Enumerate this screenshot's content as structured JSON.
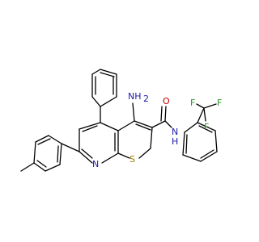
{
  "molecule": {
    "atom_labels": {
      "nh2": "NH",
      "nh2_subscript": "2",
      "oxygen": "O",
      "amide_nh": "N",
      "amide_h": "H",
      "sulfur": "S",
      "ring_n": "N",
      "f_left": "F",
      "f_right": "F",
      "f_bottom": "F"
    },
    "colors": {
      "bond": "#000000",
      "nitrogen": "#1a1aa8",
      "oxygen": "#c00000",
      "sulfur": "#9a7a00",
      "fluorine": "#2a8f2a"
    }
  }
}
